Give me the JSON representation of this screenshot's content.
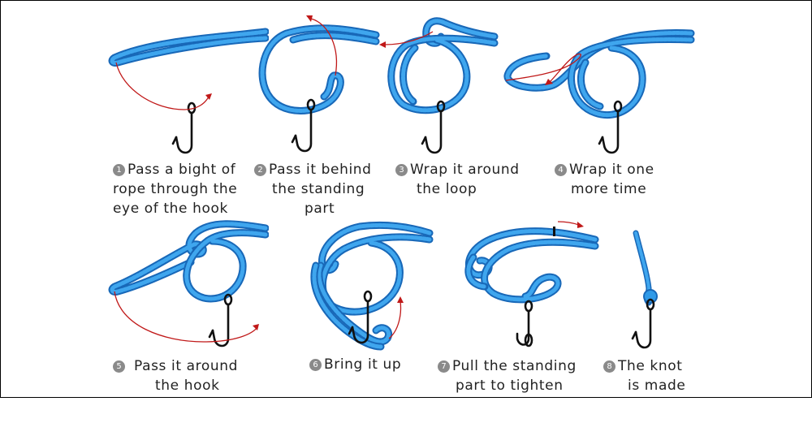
{
  "colors": {
    "rope": "#2f9ae8",
    "rope_edge": "#1868b8",
    "arrow": "#c01818",
    "hook": "#111111",
    "badge": "#8a8a8a"
  },
  "steps": [
    {
      "number": "1",
      "lines": [
        "Pass a bight of",
        "rope through the",
        "eye of the hook"
      ]
    },
    {
      "number": "2",
      "lines": [
        "Pass it behind",
        "the standing",
        "part"
      ]
    },
    {
      "number": "3",
      "lines": [
        "Wrap it around",
        "the loop"
      ]
    },
    {
      "number": "4",
      "lines": [
        "Wrap it one",
        "more time"
      ]
    },
    {
      "number": "5",
      "lines": [
        "Pass it around",
        "the hook"
      ]
    },
    {
      "number": "6",
      "lines": [
        "Bring it up"
      ]
    },
    {
      "number": "7",
      "lines": [
        "Pull the standing",
        "part to tighten"
      ]
    },
    {
      "number": "8",
      "lines": [
        "The knot",
        "is made"
      ]
    }
  ]
}
